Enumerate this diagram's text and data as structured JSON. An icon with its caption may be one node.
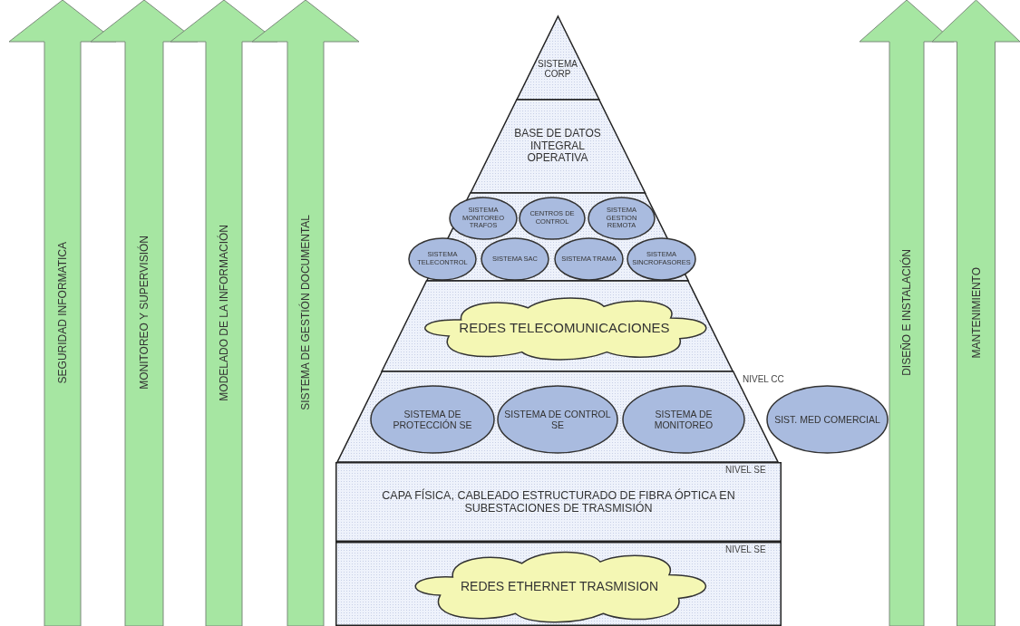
{
  "diagram": {
    "nodes": [
      {
        "text": [
          "SEGURIDAD INFORMATICA"
        ]
      },
      {
        "text": [
          "MONITOREO Y SUPERVISIÓN"
        ]
      },
      {
        "text": [
          "MODELADO DE LA INFORMACIÓN"
        ]
      },
      {
        "text": [
          "SISTEMA DE GESTIÓN DOCUMENTAL"
        ]
      },
      {
        "text": [
          "SISTEMA CORP"
        ]
      },
      {
        "text": [
          "BASE DE DATOS INTEGRAL OPERATIVA"
        ]
      },
      {
        "text": [],
        "shape": "trapezoid"
      },
      {
        "text": [
          "SISTEMA MONITOREO TRAFOS"
        ],
        "in": 6
      },
      {
        "text": [
          "CENTROS DE CONTROL"
        ],
        "in": 6
      },
      {
        "text": [
          "SISTEMA GESTION REMOTA"
        ],
        "in": 6
      },
      {
        "text": [
          "SISTEMA TELECONTROL"
        ]
      },
      {
        "text": [
          "SISTEMA SAC"
        ],
        "in": 6
      },
      {
        "text": [
          "SISTEMA TRAMA"
        ],
        "in": 6
      },
      {
        "text": [
          "SISTEMA SINCROFASORES"
        ],
        "in": 6
      },
      {
        "text": [],
        "shape": "trapezoid"
      },
      {
        "text": [
          "REDES TELECOMUNICACIONES"
        ],
        "in": 14
      },
      {
        "text": [],
        "shape": "trapezoid"
      },
      {
        "text": [
          "SISTEMA DE PROTECCIÓN SE"
        ],
        "in": 16
      },
      {
        "text": [
          "SISTEMA DE CONTROL SE"
        ],
        "in": 16
      },
      {
        "text": [
          "SISTEMA DE MONITOREO"
        ],
        "in": 16
      },
      {
        "text": [
          "SIST. MED COMERCIAL"
        ]
      },
      {
        "text": [
          "CAPA FÍSICA, CABLEADO ESTRUCTURADO DE FIBRA ÓPTICA EN SUBESTACIONES DE TRASMISIÓN"
        ]
      },
      {
        "text": [],
        "shape": "box"
      },
      {
        "text": [
          "REDES ETHERNET TRASMISION"
        ],
        "in": 22
      },
      {
        "text": [
          "DISEÑO E INSTALACIÓN"
        ]
      },
      {
        "text": [
          "MANTENIMIENTO"
        ]
      }
    ],
    "labels": [
      "NIVEL CC",
      "NIVEL SE",
      "NIVEL SE"
    ]
  }
}
